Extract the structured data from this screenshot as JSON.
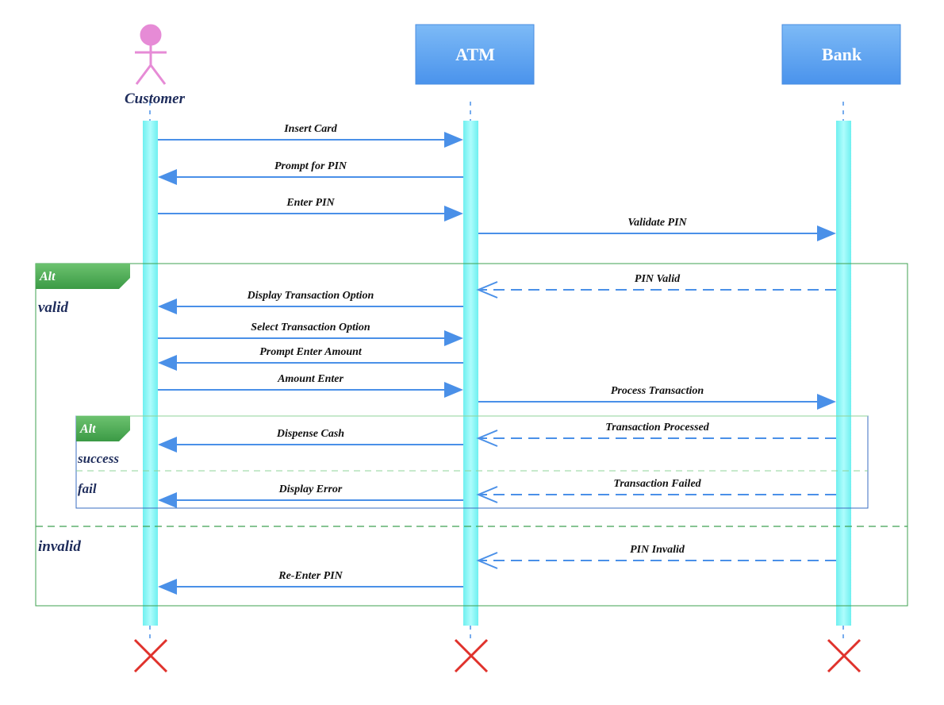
{
  "participants": {
    "customer": {
      "label": "Customer",
      "kind": "actor"
    },
    "atm": {
      "label": "ATM",
      "kind": "box"
    },
    "bank": {
      "label": "Bank",
      "kind": "box"
    }
  },
  "frames": {
    "outer": {
      "tag": "Alt",
      "guard_top": "valid",
      "guard_bottom": "invalid"
    },
    "inner": {
      "tag": "Alt",
      "guard_top": "success",
      "guard_bottom": "fail"
    }
  },
  "messages": [
    {
      "label": "Insert Card",
      "from": "customer",
      "to": "atm",
      "style": "solid"
    },
    {
      "label": "Prompt for PIN",
      "from": "atm",
      "to": "customer",
      "style": "solid"
    },
    {
      "label": "Enter PIN",
      "from": "customer",
      "to": "atm",
      "style": "solid"
    },
    {
      "label": "Validate PIN",
      "from": "atm",
      "to": "bank",
      "style": "solid"
    },
    {
      "label": "PIN Valid",
      "from": "bank",
      "to": "atm",
      "style": "dashed"
    },
    {
      "label": "Display Transaction Option",
      "from": "atm",
      "to": "customer",
      "style": "solid"
    },
    {
      "label": "Select Transaction Option",
      "from": "customer",
      "to": "atm",
      "style": "solid"
    },
    {
      "label": "Prompt Enter Amount",
      "from": "atm",
      "to": "customer",
      "style": "solid"
    },
    {
      "label": "Amount Enter",
      "from": "customer",
      "to": "atm",
      "style": "solid"
    },
    {
      "label": "Process Transaction",
      "from": "atm",
      "to": "bank",
      "style": "solid"
    },
    {
      "label": "Transaction Processed",
      "from": "bank",
      "to": "atm",
      "style": "dashed"
    },
    {
      "label": "Dispense Cash",
      "from": "atm",
      "to": "customer",
      "style": "solid"
    },
    {
      "label": "Transaction Failed",
      "from": "bank",
      "to": "atm",
      "style": "dashed"
    },
    {
      "label": "Display Error",
      "from": "atm",
      "to": "customer",
      "style": "solid"
    },
    {
      "label": "PIN Invalid",
      "from": "bank",
      "to": "atm",
      "style": "dashed"
    },
    {
      "label": "Re-Enter PIN",
      "from": "atm",
      "to": "customer",
      "style": "solid"
    }
  ],
  "colors": {
    "actor": "#e68bd6",
    "box": "#5da3ef",
    "lifeline_bar": "#7ff4f4",
    "arrow": "#4a90e8",
    "frame_green": "#3fa152",
    "inner_frame": "#3a6cc0",
    "destroy": "#e0322c"
  }
}
